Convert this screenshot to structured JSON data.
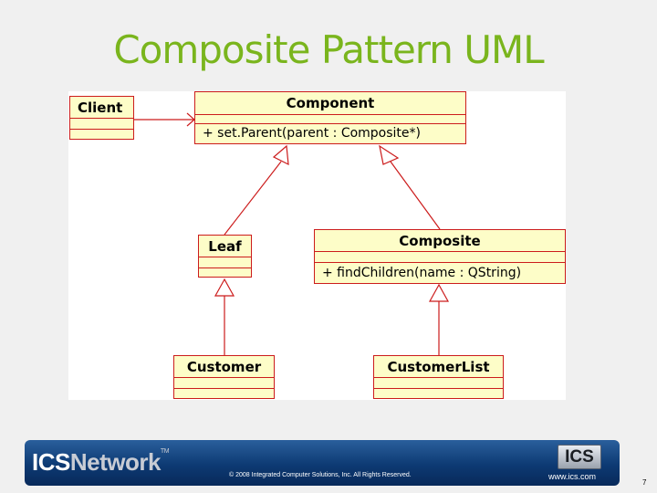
{
  "slide": {
    "title": "Composite Pattern UML",
    "page_number": "7"
  },
  "diagram": {
    "classes": {
      "client": {
        "name": "Client"
      },
      "component": {
        "name": "Component",
        "operation": "+ set.Parent(parent : Composite*)"
      },
      "leaf": {
        "name": "Leaf"
      },
      "composite": {
        "name": "Composite",
        "operation": "+ findChildren(name : QString)"
      },
      "customer": {
        "name": "Customer"
      },
      "customer_list": {
        "name": "CustomerList"
      }
    },
    "relations": [
      {
        "from": "Client",
        "to": "Component",
        "kind": "association"
      },
      {
        "from": "Leaf",
        "to": "Component",
        "kind": "generalization"
      },
      {
        "from": "Composite",
        "to": "Component",
        "kind": "generalization"
      },
      {
        "from": "Customer",
        "to": "Leaf",
        "kind": "generalization"
      },
      {
        "from": "CustomerList",
        "to": "Composite",
        "kind": "generalization"
      }
    ],
    "colors": {
      "border": "#cc1c1c",
      "fill": "#fdfdc8"
    }
  },
  "footer": {
    "logo_ics": "ICS",
    "logo_network": "Network",
    "logo_tm": "TM",
    "copyright": "© 2008 Integrated Computer Solutions, Inc. All Rights Reserved.",
    "badge": "ICS",
    "url": "www.ics.com"
  },
  "colors": {
    "title": "#7ab51d",
    "footer_bg": "#0d3a73"
  }
}
